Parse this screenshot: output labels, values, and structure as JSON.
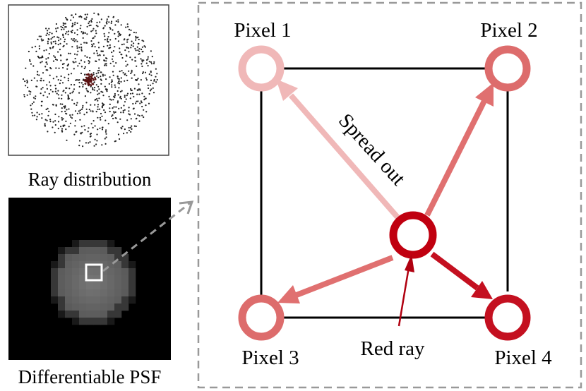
{
  "labels": {
    "ray_distribution": "Ray distribution",
    "differentiable_psf": "Differentiable PSF",
    "spread_out": "Spread out",
    "red_ray": "Red ray"
  },
  "pixels": [
    {
      "label": "Pixel 1",
      "color": "#f0b8b8"
    },
    {
      "label": "Pixel 2",
      "color": "#dd6c6c"
    },
    {
      "label": "Pixel 3",
      "color": "#dd6c6c"
    },
    {
      "label": "Pixel 4",
      "color": "#c41020"
    }
  ],
  "ray": {
    "color": "#c00010"
  },
  "arrow_colors": {
    "to_pixel_1": "#f0b8b8",
    "to_pixel_2": "#e07070",
    "to_pixel_3": "#e07070",
    "to_pixel_4": "#c41020",
    "red_ray_pointer": "#b00010"
  },
  "colors": {
    "red_ray_text": "#b00010",
    "dashed_frame": "#999999",
    "scatter_dots": "#222222"
  }
}
